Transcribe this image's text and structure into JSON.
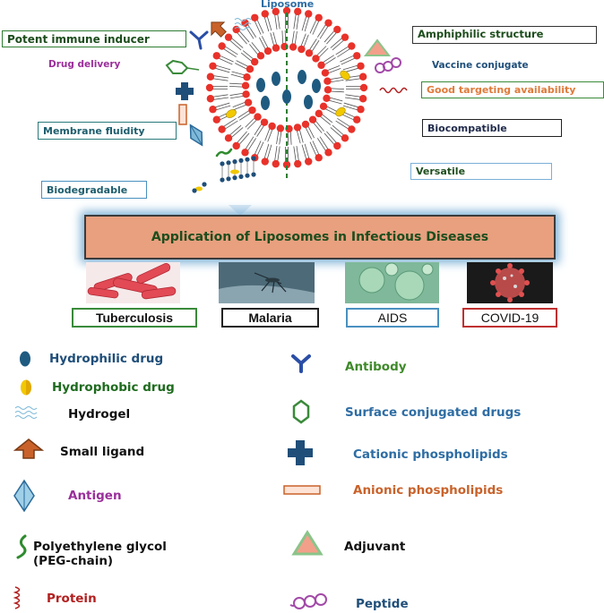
{
  "title": "Liposome",
  "properties": {
    "potent_immune_inducer": "Potent immune inducer",
    "drug_delivery": "Drug delivery",
    "membrane_fluidity": "Membrane fluidity",
    "biodegradable": "Biodegradable",
    "amphiphilic_structure": "Amphiphilic structure",
    "vaccine_conjugate": "Vaccine conjugate",
    "good_targeting": "Good targeting availability",
    "biocompatible": "Biocompatible",
    "versatile": "Versatile"
  },
  "banner": "Application of Liposomes in Infectious Diseases",
  "diseases": [
    "Tuberculosis",
    "Malaria",
    "AIDS",
    "COVID-19"
  ],
  "legend_left": [
    {
      "icon": "hydrophilic-drug-icon",
      "label": "Hydrophilic drug",
      "color": "#1f4e79"
    },
    {
      "icon": "hydrophobic-drug-icon",
      "label": "Hydrophobic drug",
      "color": "#1e6b1e"
    },
    {
      "icon": "hydrogel-icon",
      "label": "Hydrogel",
      "color": "#111111"
    },
    {
      "icon": "small-ligand-icon",
      "label": "Small ligand",
      "color": "#111111"
    },
    {
      "icon": "antigen-icon",
      "label": "Antigen",
      "color": "#9b2f9b"
    },
    {
      "icon": "peg-chain-icon",
      "label": "Polyethylene glycol",
      "label2": "(PEG-chain)",
      "color": "#111111"
    },
    {
      "icon": "protein-icon",
      "label": "Protein",
      "color": "#b31f1f"
    }
  ],
  "legend_right": [
    {
      "icon": "antibody-icon",
      "label": "Antibody",
      "color": "#3f8a2a"
    },
    {
      "icon": "surface-conjugated-drugs-icon",
      "label": "Surface conjugated drugs",
      "color": "#2e6da4"
    },
    {
      "icon": "cationic-phospholipids-icon",
      "label": "Cationic phospholipids",
      "color": "#2e6da4"
    },
    {
      "icon": "anionic-phospholipids-icon",
      "label": "Anionic phospholipids",
      "color": "#c9622a"
    },
    {
      "icon": "adjuvant-icon",
      "label": "Adjuvant",
      "color": "#111111"
    },
    {
      "icon": "peptide-icon",
      "label": "Peptide",
      "color": "#1f4e79"
    }
  ]
}
